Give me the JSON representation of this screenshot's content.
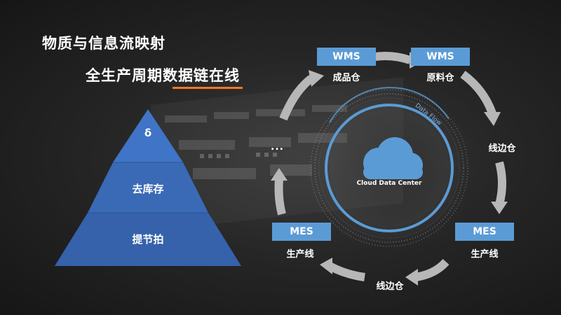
{
  "titles": {
    "main": "物质与信息流映射",
    "sub": "全生产周期数据链在线"
  },
  "pyramid": {
    "levels": [
      {
        "label": "δ",
        "color": "#3f74c6"
      },
      {
        "label": "去库存",
        "color": "#3a6ab6"
      },
      {
        "label": "提节拍",
        "color": "#3562aa"
      }
    ]
  },
  "cycle": {
    "nodes": {
      "wms_left": {
        "badge": "WMS",
        "label": "成品仓"
      },
      "wms_right": {
        "badge": "WMS",
        "label": "原料仓"
      },
      "right_mid": {
        "label": "线边仓"
      },
      "mes_right": {
        "badge": "MES",
        "label": "生产线"
      },
      "bottom": {
        "label": "线边仓"
      },
      "mes_left": {
        "badge": "MES",
        "label": "生产线"
      },
      "ellipsis": {
        "label": "..."
      }
    },
    "center": {
      "cloud_label": "Cloud Data Center",
      "flow_label": "Data Flow"
    },
    "colors": {
      "badge": "#5b9bd5",
      "arrow": "#b7b7b7",
      "ring": "#5b9bd5",
      "accent": "#f07a23"
    },
    "icons": [
      "cloud-icon",
      "cycle-arrow-icon"
    ]
  }
}
